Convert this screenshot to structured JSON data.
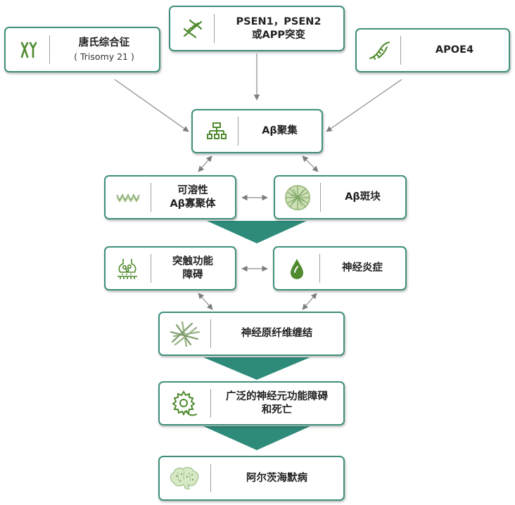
{
  "colors": {
    "accent": "#3f8f7c",
    "funnel": "#2e8b7a",
    "icon": "#4f8a2e",
    "arrow": "#8a8a8a"
  },
  "nodes": {
    "down_syndrome": {
      "line1": "唐氏综合征",
      "line2": "( Trisomy 21 )",
      "icon": "chromosome-icon"
    },
    "psen_app": {
      "line1": "PSEN1，PSEN2",
      "line2": "或APP突变",
      "icon": "dna-icon"
    },
    "apoe4": {
      "line1": "APOE4",
      "icon": "rna-icon"
    },
    "abeta_aggregation": {
      "line1": "Aβ聚集",
      "icon": "network-icon"
    },
    "soluble_oligomer": {
      "line1": "可溶性",
      "line2": "Aβ寡聚体",
      "icon": "oligomer-icon"
    },
    "abeta_plaque": {
      "line1": "Aβ斑块",
      "icon": "plaque-icon"
    },
    "synaptic_dysfunction": {
      "line1": "突触功能",
      "line2": "障碍",
      "icon": "synapse-icon"
    },
    "neuroinflammation": {
      "line1": "神经炎症",
      "icon": "drop-icon"
    },
    "tangles": {
      "line1": "神经原纤维缠结",
      "icon": "fibril-icon"
    },
    "neuronal_death": {
      "line1": "广泛的神经元功能障碍",
      "line2": "和死亡",
      "icon": "neuron-icon"
    },
    "alzheimers": {
      "line1": "阿尔茨海默病",
      "icon": "brain-icon"
    }
  }
}
